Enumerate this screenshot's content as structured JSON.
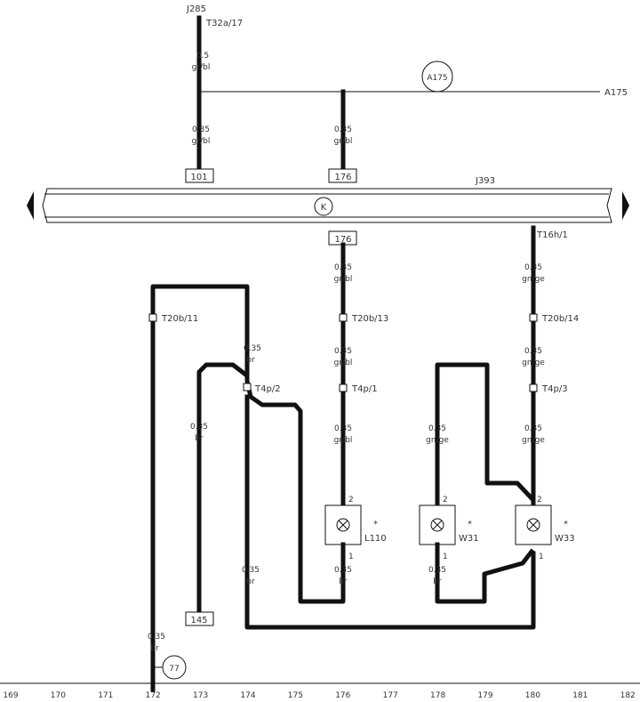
{
  "top": {
    "component": "J285",
    "connector": "T32a/17",
    "wire_size": "0.5",
    "wire_color": "gr/bl"
  },
  "ref_circle": "A175",
  "ref_line_label": "A175",
  "wires": {
    "w1_size": "0.35",
    "w1_color": "gr/bl",
    "w2_size": "0.35",
    "w2_color": "gr/bl",
    "w3_size": "0.35",
    "w3_color": "gr/bl",
    "w4_size": "0.35",
    "w4_color": "gr/bl",
    "w5_size": "0.35",
    "w5_color": "gr/bl",
    "w6_size": "0.35",
    "w6_color": "gn/ge",
    "w7_size": "0.35",
    "w7_color": "gn/ge",
    "w8_size": "0.35",
    "w8_color": "gn/ge",
    "w9_size": "0.35",
    "w9_color": "br",
    "w10_size": "0.35",
    "w10_color": "br",
    "w11_size": "0.35",
    "w11_color": "br",
    "w12_size": "0.35",
    "w12_color": "br",
    "w13_size": "0.35",
    "w13_color": "br",
    "w14_size": "0.35",
    "w14_color": "gn/ge",
    "w15_size": "0.35",
    "w15_color": "br"
  },
  "boxes": {
    "b101": "101",
    "b176a": "176",
    "b176b": "176",
    "b145": "145"
  },
  "bus": {
    "label": "J393",
    "marker": "K"
  },
  "connectors": {
    "t16h": "T16h/1",
    "t20b11": "T20b/11",
    "t20b13": "T20b/13",
    "t20b14": "T20b/14",
    "t4p2": "T4p/2",
    "t4p1": "T4p/1",
    "t4p3": "T4p/3"
  },
  "components": {
    "l110": "L110",
    "w31": "W31",
    "w33": "W33",
    "pin_top": "2",
    "pin_bottom": "1",
    "star": "*"
  },
  "ground": "77",
  "axis_ticks": [
    "169",
    "170",
    "171",
    "172",
    "173",
    "174",
    "175",
    "176",
    "177",
    "178",
    "179",
    "180",
    "181",
    "182"
  ]
}
